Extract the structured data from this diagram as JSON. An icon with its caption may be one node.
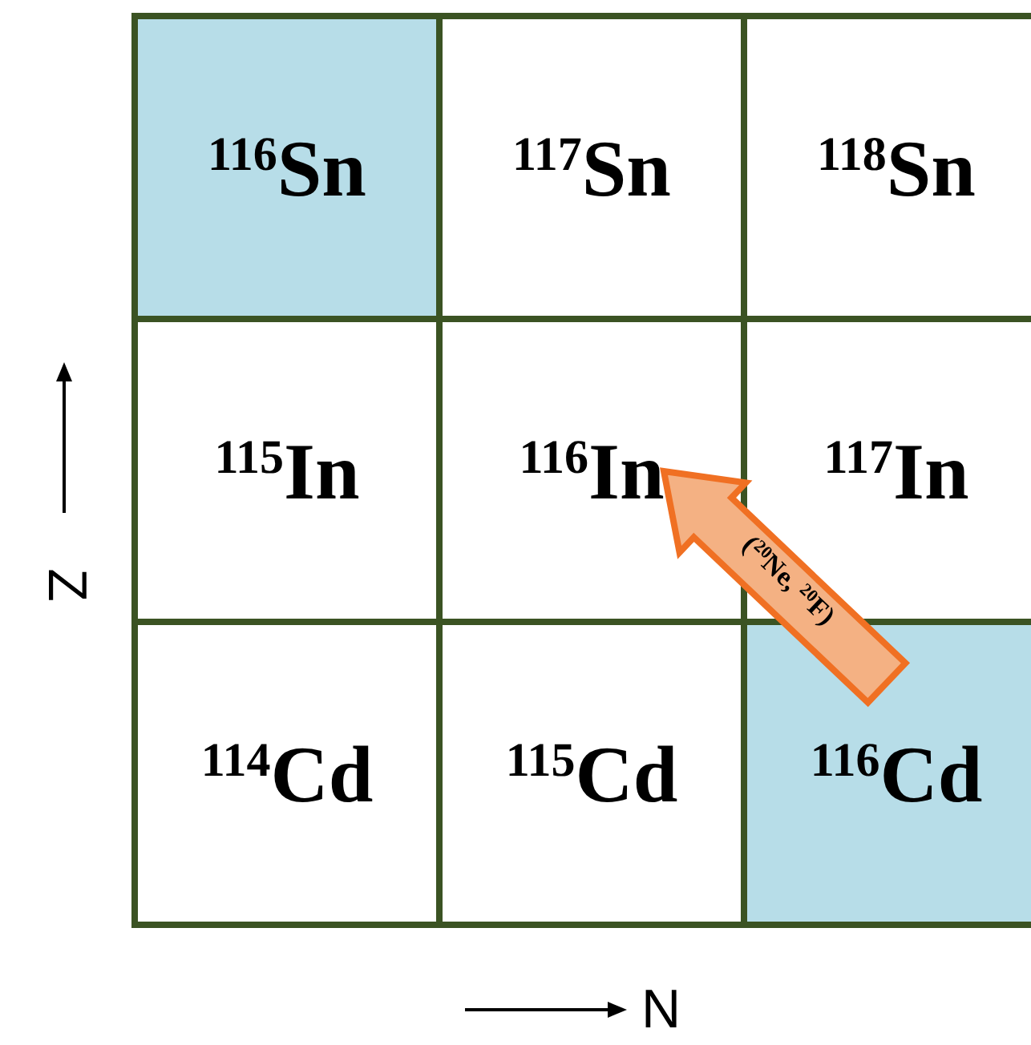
{
  "diagram": {
    "nodes": [
      {
        "text": [
          "$^{116}$Sn"
        ]
      },
      {
        "text": [
          "$^{117}$Sn"
        ]
      },
      {
        "text": [
          "$^{118}$Sn"
        ]
      },
      {
        "text": [
          "$^{115}$In"
        ]
      },
      {
        "text": [
          "$^{116}$In"
        ]
      },
      {
        "text": [
          "$^{117}$In"
        ]
      },
      {
        "text": [
          "$^{114}$Cd"
        ]
      },
      {
        "text": [
          "$^{115}$Cd"
        ]
      },
      {
        "text": [
          "$^{116}$Cd"
        ]
      }
    ],
    "edges": [
      {
        "from": 8,
        "to": 4,
        "arrow": "to",
        "label": "($^{20}$Ne, $^{20}$F)"
      }
    ],
    "labels": [
      "Z",
      "N"
    ]
  }
}
